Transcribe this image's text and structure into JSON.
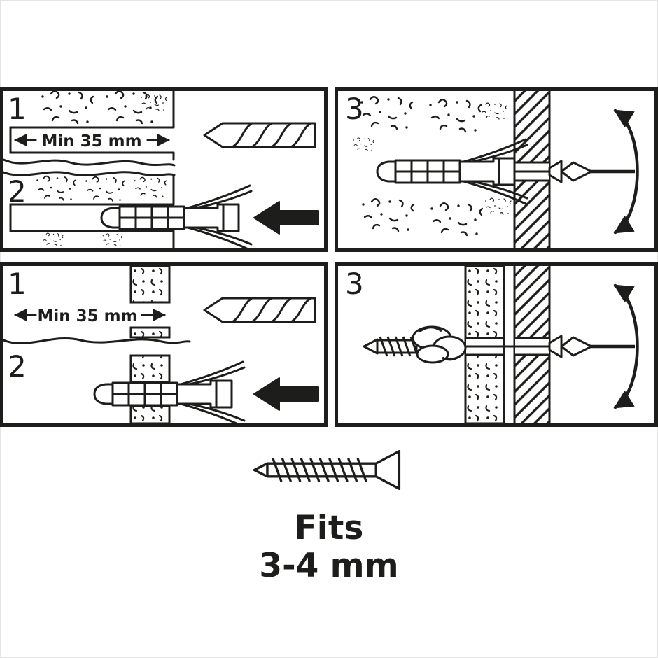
{
  "diagram": {
    "type": "installation-instructions",
    "subject": "Universal wall plug mounting steps for solid and hollow walls",
    "panels": {
      "solid_wall_steps": {
        "step1": "1",
        "step2": "2",
        "min_depth_label": "Min 35 mm"
      },
      "solid_wall_fasten": {
        "step3": "3"
      },
      "hollow_wall_steps": {
        "step1": "1",
        "step2": "2",
        "min_depth_label": "Min 35 mm"
      },
      "hollow_wall_fasten": {
        "step3": "3"
      }
    },
    "footer": {
      "fits_label": "Fits",
      "screw_size_label": "3-4 mm"
    },
    "colors": {
      "line": "#1d1d1b",
      "background": "#ffffff"
    },
    "icons": [
      "drill-bit-icon",
      "wall-plug-icon",
      "insert-arrow-icon",
      "depth-arrow-icon",
      "rotation-arrow-icon",
      "screw-icon",
      "compressed-plug-icon"
    ]
  }
}
